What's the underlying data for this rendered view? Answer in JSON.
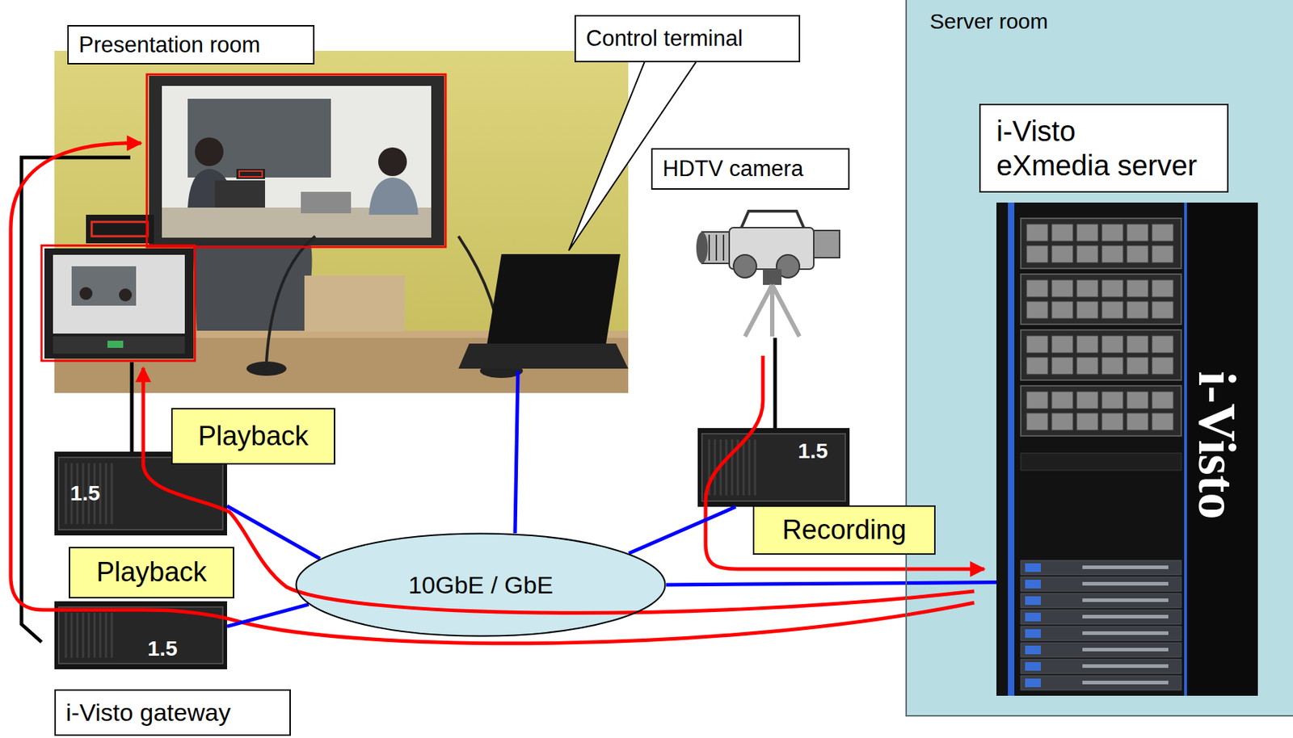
{
  "diagram": {
    "nodes": [
      {
        "text": [
          "Presentation room"
        ]
      },
      {
        "text": [
          "Control terminal"
        ]
      },
      {
        "text": [
          "HDTV camera"
        ]
      },
      {
        "text": [
          "Server room"
        ]
      },
      {
        "text": [
          "i-Visto",
          "eXmedia server"
        ],
        "in": 3
      },
      {
        "text": [
          "i-Visto"
        ],
        "in": 3
      },
      {
        "text": [
          "1.5"
        ]
      },
      {
        "text": [
          "Playback"
        ]
      },
      {
        "text": [
          "1.5"
        ]
      },
      {
        "text": [
          "Recording"
        ]
      },
      {
        "text": [
          "Playback"
        ]
      },
      {
        "text": [
          "10GbE / GbE"
        ]
      },
      {
        "text": [
          "1.5"
        ]
      },
      {
        "text": [
          "i-Visto gateway"
        ]
      }
    ],
    "edges": [
      {
        "from": 11,
        "to": 6,
        "arrow": "none"
      },
      {
        "from": 11,
        "to": 12,
        "arrow": "none"
      },
      {
        "from": 11,
        "to": 8,
        "arrow": "none"
      },
      {
        "from": 11,
        "to": 5,
        "arrow": "none"
      }
    ]
  }
}
